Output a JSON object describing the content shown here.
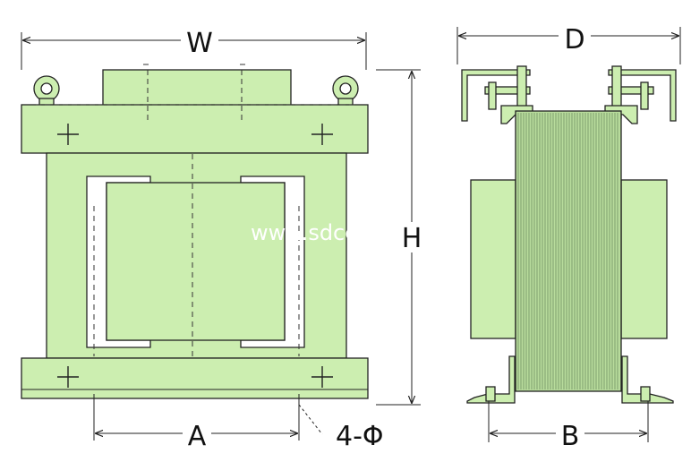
{
  "labels": {
    "width": "W",
    "height": "H",
    "depth": "D",
    "mount_spacing_a": "A",
    "mount_spacing_b": "B",
    "holes": "4-Φ"
  },
  "watermark": "www.sdcg",
  "colors": {
    "body_fill": "#cceeb0",
    "outline": "#222222",
    "core_fill": "#b8dc9c",
    "lamination_line": "#6f8f62",
    "background": "#ffffff"
  }
}
